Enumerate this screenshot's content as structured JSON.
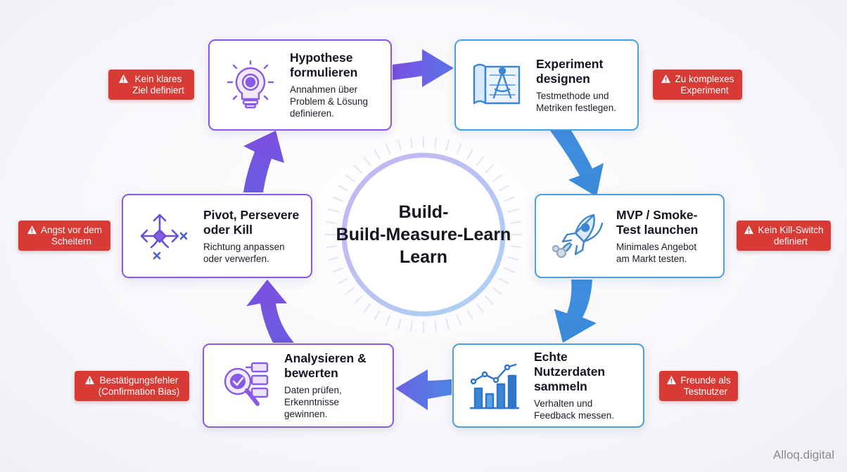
{
  "center": {
    "title": "Build-\nBuild-Measure-Learn\nLearn"
  },
  "steps": [
    {
      "title": "Hypothese\nformulieren",
      "desc": "Annahmen über\nProblem & Lösung\ndefinieren.",
      "icon": "lightbulb-gear-icon"
    },
    {
      "title": "Experiment\ndesignen",
      "desc": "Testmethode und\nMetriken festlegen.",
      "icon": "blueprint-compass-icon"
    },
    {
      "title": "MVP / Smoke-\nTest launchen",
      "desc": "Minimales Angebot\nam Markt testen.",
      "icon": "rocket-icon"
    },
    {
      "title": "Echte Nutzerdaten\nsammeln",
      "desc": "Verhalten und\nFeedback messen.",
      "icon": "bar-chart-icon"
    },
    {
      "title": "Analysieren &\nbewerten",
      "desc": "Daten prüfen,\nErkenntnisse gewinnen.",
      "icon": "magnifier-check-icon"
    },
    {
      "title": "Pivot, Persevere\noder Kill",
      "desc": "Richtung anpassen\noder verwerfen.",
      "icon": "direction-arrows-icon"
    }
  ],
  "warnings": [
    {
      "text": "Kein klares\nZiel definiert"
    },
    {
      "text": "Zu komplexes\nExperiment"
    },
    {
      "text": "Kein Kill-Switch\ndefiniert"
    },
    {
      "text": "Freunde als\nTestnutzer"
    },
    {
      "text": "Bestätigungsfehler\n(Confirmation Bias)"
    },
    {
      "text": "Angst vor dem\nScheitern"
    }
  ],
  "watermark": "Alloq.digital",
  "colors": {
    "purple": "#8a5ae6",
    "blue": "#4aa0dc",
    "warning": "#d83a35"
  }
}
